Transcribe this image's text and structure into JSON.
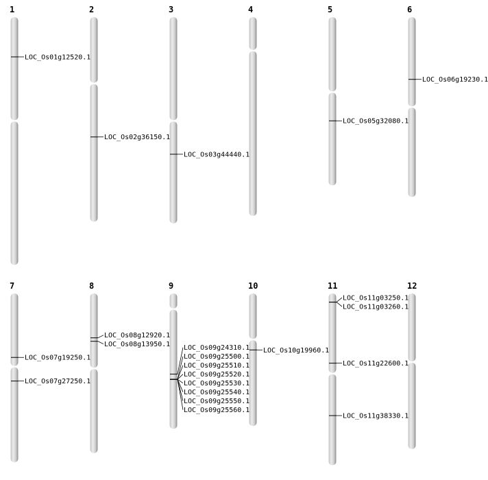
{
  "colors": {
    "chromosome_light": "#e4e4e4",
    "chromosome_dark": "#a8a8a8",
    "marker": "#000000"
  },
  "chromosomes": [
    {
      "name": "1",
      "length": 43.0,
      "centromere": 18.0,
      "genes": [
        {
          "id": "LOC_Os01g12520.1",
          "pos": 6.9
        }
      ]
    },
    {
      "name": "2",
      "length": 35.5,
      "centromere": 11.5,
      "genes": [
        {
          "id": "LOC_Os02g36150.1",
          "pos": 20.8
        }
      ]
    },
    {
      "name": "3",
      "length": 35.8,
      "centromere": 18.0,
      "genes": [
        {
          "id": "LOC_Os03g44440.1",
          "pos": 23.8
        }
      ]
    },
    {
      "name": "4",
      "length": 34.5,
      "centromere": 5.8,
      "genes": []
    },
    {
      "name": "5",
      "length": 29.2,
      "centromere": 13.0,
      "genes": [
        {
          "id": "LOC_Os05g32080.1",
          "pos": 18.0
        }
      ]
    },
    {
      "name": "6",
      "length": 31.2,
      "centromere": 15.6,
      "genes": [
        {
          "id": "LOC_Os06g19230.1",
          "pos": 10.8
        }
      ]
    },
    {
      "name": "7",
      "length": 29.3,
      "centromere": 12.7,
      "genes": [
        {
          "id": "LOC_Os07g19250.1",
          "pos": 11.1
        },
        {
          "id": "LOC_Os07g27250.1",
          "pos": 15.2
        }
      ]
    },
    {
      "name": "8",
      "length": 27.7,
      "centromere": 13.0,
      "genes": [
        {
          "id": "LOC_Os08g12920.1",
          "pos": 7.7
        },
        {
          "id": "LOC_Os08g13950.1",
          "pos": 8.3
        }
      ]
    },
    {
      "name": "9",
      "length": 23.5,
      "centromere": 2.7,
      "genes": [
        {
          "id": "LOC_Os09g24310.1",
          "pos": 14.0
        },
        {
          "id": "LOC_Os09g25500.1",
          "pos": 14.9
        },
        {
          "id": "LOC_Os09g25510.1",
          "pos": 14.9
        },
        {
          "id": "LOC_Os09g25520.1",
          "pos": 14.9
        },
        {
          "id": "LOC_Os09g25530.1",
          "pos": 14.9
        },
        {
          "id": "LOC_Os09g25540.1",
          "pos": 14.9
        },
        {
          "id": "LOC_Os09g25550.1",
          "pos": 14.9
        },
        {
          "id": "LOC_Os09g25560.1",
          "pos": 14.9
        }
      ]
    },
    {
      "name": "10",
      "length": 23.0,
      "centromere": 8.0,
      "genes": [
        {
          "id": "LOC_Os10g19960.1",
          "pos": 9.8
        }
      ]
    },
    {
      "name": "11",
      "length": 29.8,
      "centromere": 13.9,
      "genes": [
        {
          "id": "LOC_Os11g03250.1",
          "pos": 1.5
        },
        {
          "id": "LOC_Os11g03260.1",
          "pos": 1.5
        },
        {
          "id": "LOC_Os11g22600.1",
          "pos": 12.1
        },
        {
          "id": "LOC_Os11g38330.1",
          "pos": 21.2
        }
      ]
    },
    {
      "name": "12",
      "length": 27.0,
      "centromere": 11.9,
      "genes": []
    }
  ]
}
